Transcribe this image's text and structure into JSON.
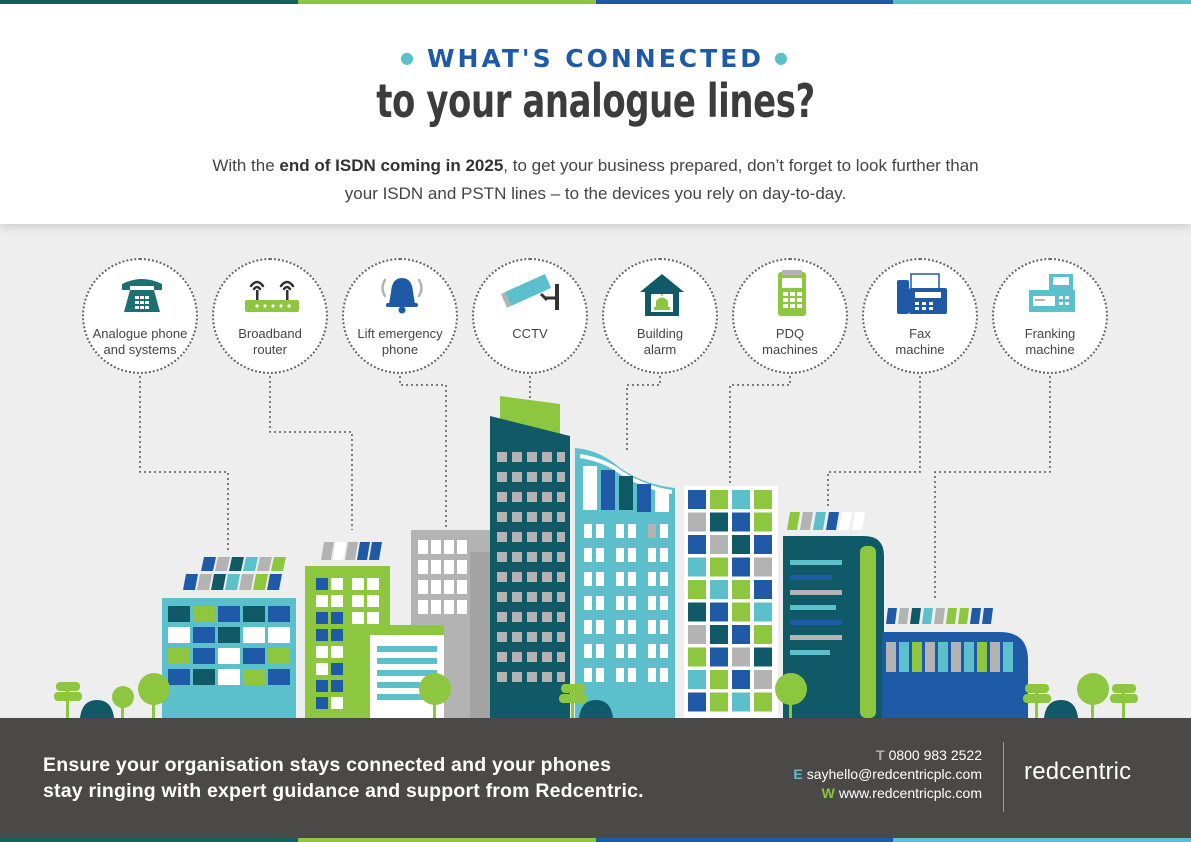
{
  "header": {
    "kicker": "WHAT'S CONNECTED",
    "headline": "to your analogue lines?",
    "intro_pre": "With the ",
    "intro_bold": "end of ISDN coming in 2025",
    "intro_post": ", to get your business prepared, don’t forget to look further than your ISDN and PSTN lines – to the devices you rely on day-to-day."
  },
  "devices": [
    {
      "line1": "Analogue phone",
      "line2": "and systems",
      "icon": "telephone-icon"
    },
    {
      "line1": "Broadband",
      "line2": "router",
      "icon": "router-icon"
    },
    {
      "line1": "Lift emergency",
      "line2": "phone",
      "icon": "bell-icon"
    },
    {
      "line1": "CCTV",
      "line2": "",
      "icon": "cctv-camera-icon"
    },
    {
      "line1": "Building",
      "line2": "alarm",
      "icon": "house-alarm-icon"
    },
    {
      "line1": "PDQ",
      "line2": "machines",
      "icon": "card-terminal-icon"
    },
    {
      "line1": "Fax",
      "line2": "machine",
      "icon": "fax-icon"
    },
    {
      "line1": "Franking",
      "line2": "machine",
      "icon": "franking-machine-icon"
    }
  ],
  "footer": {
    "message_line1": "Ensure your organisation stays connected and your phones",
    "message_line2": "stay ringing with expert guidance and support from Redcentric.",
    "phone_key": "T",
    "phone": "0800 983 2522",
    "email_key": "E",
    "email": "sayhello@redcentricplc.com",
    "web_key": "W",
    "web": "www.redcentricplc.com",
    "brand": "redcentric"
  },
  "colors": {
    "navy": "#1f5aa6",
    "teal": "#1d6f72",
    "dark_teal": "#0f5a66",
    "light_blue": "#5bc0cb",
    "green": "#8dc63f",
    "grey": "#b3b3b3",
    "footer_bg": "#4a4948"
  }
}
